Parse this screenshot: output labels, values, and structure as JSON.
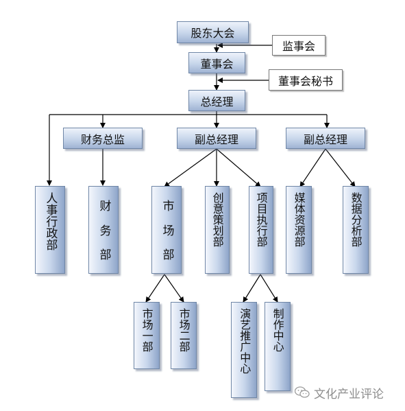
{
  "nodes": {
    "shareholders": "股东大会",
    "supervisors": "监事会",
    "board": "董事会",
    "board_secretary": "董事会秘书",
    "gm": "总经理",
    "cfo": "财务总监",
    "vgm1": "副总经理",
    "vgm2": "副总经理",
    "hr_admin": "人事行政部",
    "finance": "财务部",
    "marketing": "市场部",
    "creative": "创意策划部",
    "project": "项目执行部",
    "media": "媒体资源部",
    "data_analysis": "数据分析部",
    "market1": "市场一部",
    "market2": "市场二部",
    "performance": "演艺推广中心",
    "production": "制作中心"
  },
  "watermark": {
    "text": "文化产业评论",
    "icon": "wechat-icon"
  },
  "colors": {
    "box_top": "#eef3fb",
    "box_bottom": "#9fb3d3",
    "border": "#6f86a6",
    "line": "#000000"
  }
}
